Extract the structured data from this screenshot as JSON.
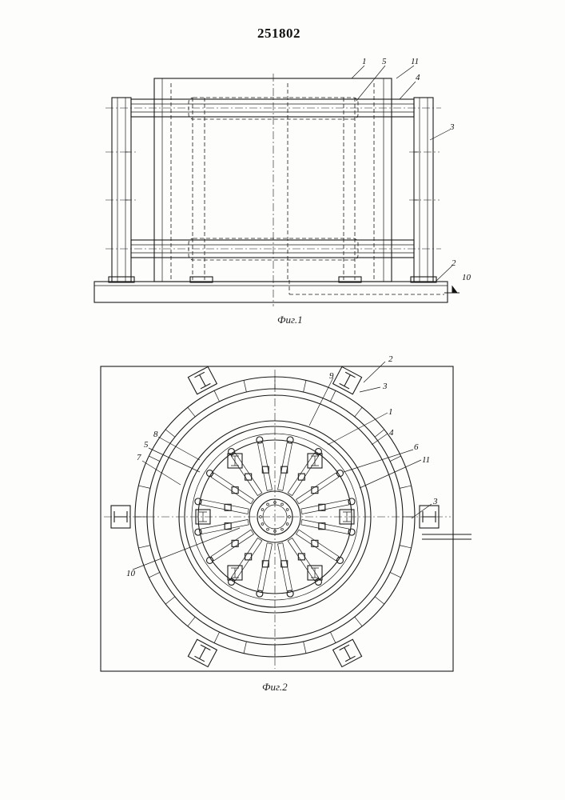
{
  "patent_number": "251802",
  "figures": {
    "fig1_caption": "Фиг.1",
    "fig2_caption": "Фиг.2"
  },
  "fig1_labels": [
    "1",
    "5",
    "11",
    "4",
    "3",
    "2",
    "10"
  ],
  "fig2_labels": [
    "2",
    "3",
    "9",
    "1",
    "4",
    "6",
    "11",
    "8",
    "5",
    "7",
    "3",
    "10"
  ]
}
